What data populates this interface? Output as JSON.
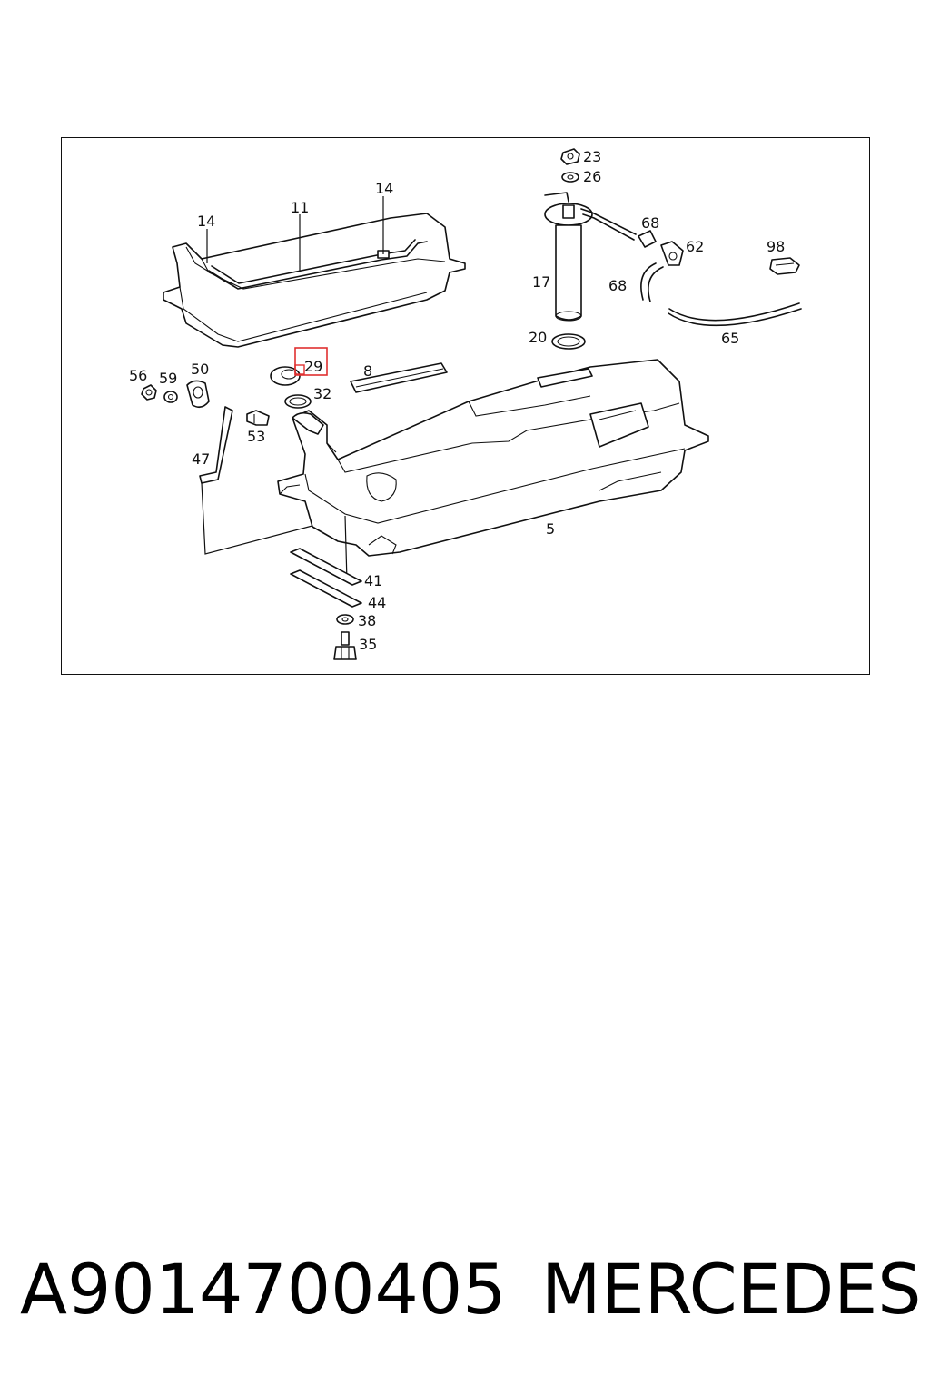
{
  "diagram": {
    "callouts": {
      "c23": "23",
      "c26": "26",
      "c14a": "14",
      "c14b": "14",
      "c11": "11",
      "c68a": "68",
      "c62": "62",
      "c98": "98",
      "c17": "17",
      "c68b": "68",
      "c20": "20",
      "c65": "65",
      "c56": "56",
      "c59": "59",
      "c50": "50",
      "c29": "29",
      "c8": "8",
      "c32": "32",
      "c53": "53",
      "c47": "47",
      "c5": "5",
      "c41": "41",
      "c44": "44",
      "c38": "38",
      "c35": "35"
    },
    "highlight_color": "#e03030"
  },
  "footer": {
    "part_number": "A9014700405",
    "brand": "MERCEDES"
  }
}
